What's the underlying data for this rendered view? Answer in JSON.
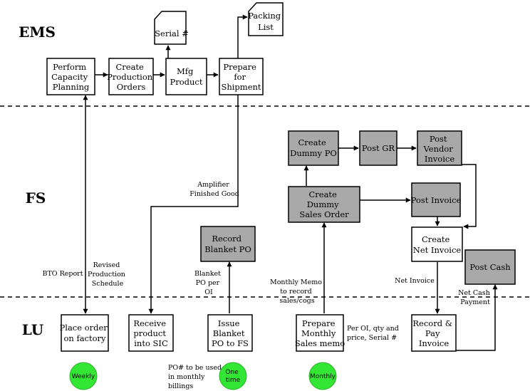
{
  "lanes": {
    "ems": "EMS",
    "fs": "FS",
    "lu": "LU"
  },
  "documents": {
    "serial": [
      "Serial #"
    ],
    "packing": [
      "Packing",
      "List"
    ]
  },
  "boxes": {
    "capacity": [
      "Perform",
      "Capacity",
      "Planning"
    ],
    "production_orders": [
      "Create",
      "Production",
      "Orders"
    ],
    "mfg": [
      "Mfg",
      "Product"
    ],
    "shipment": [
      "Prepare",
      "for",
      "Shipment"
    ],
    "dummy_po": [
      "Create",
      "Dummy PO"
    ],
    "post_gr": [
      "Post GR"
    ],
    "vendor_invoice": [
      "Post",
      "Vendor",
      "Invoice"
    ],
    "dummy_so": [
      "Create",
      "Dummy",
      "Sales Order"
    ],
    "post_invoice": [
      "Post Invoice"
    ],
    "blanket_po": [
      "Record",
      "Blanket PO"
    ],
    "net_invoice": [
      "Create",
      "Net Invoice"
    ],
    "post_cash": [
      "Post Cash"
    ],
    "place_order": [
      "Place order",
      "on factory"
    ],
    "receive": [
      "Receive",
      "product",
      "into SIC"
    ],
    "issue_blanket": [
      "Issue",
      "Blanket",
      "PO to FS"
    ],
    "monthly_memo": [
      "Prepare",
      "Monthly",
      "Sales memo"
    ],
    "record_pay": [
      "Record &",
      "Pay",
      "Invoice"
    ]
  },
  "labels": {
    "amplifier": [
      "Amplifier",
      "Finished Good"
    ],
    "bto": [
      "BTO Report"
    ],
    "revised": [
      "Revised",
      "Production",
      "Schedule"
    ],
    "blanket_po_oi": [
      "Blanket",
      "PO per",
      "OI"
    ],
    "monthly_memo_note": [
      "Monthly Memo",
      "to record",
      "sales/cogs"
    ],
    "net_invoice_note": [
      "Net Invoice"
    ],
    "net_cash": [
      "Net Cash",
      "Payment"
    ],
    "per_oi": [
      "Per OI, qty and",
      "price, Serial #"
    ],
    "po_number": [
      "PO# to be used",
      "in monthly",
      "billings"
    ]
  },
  "circles": {
    "weekly": [
      "Weekly"
    ],
    "one_time": [
      "One",
      "time"
    ],
    "monthly": [
      "Monthly"
    ]
  }
}
